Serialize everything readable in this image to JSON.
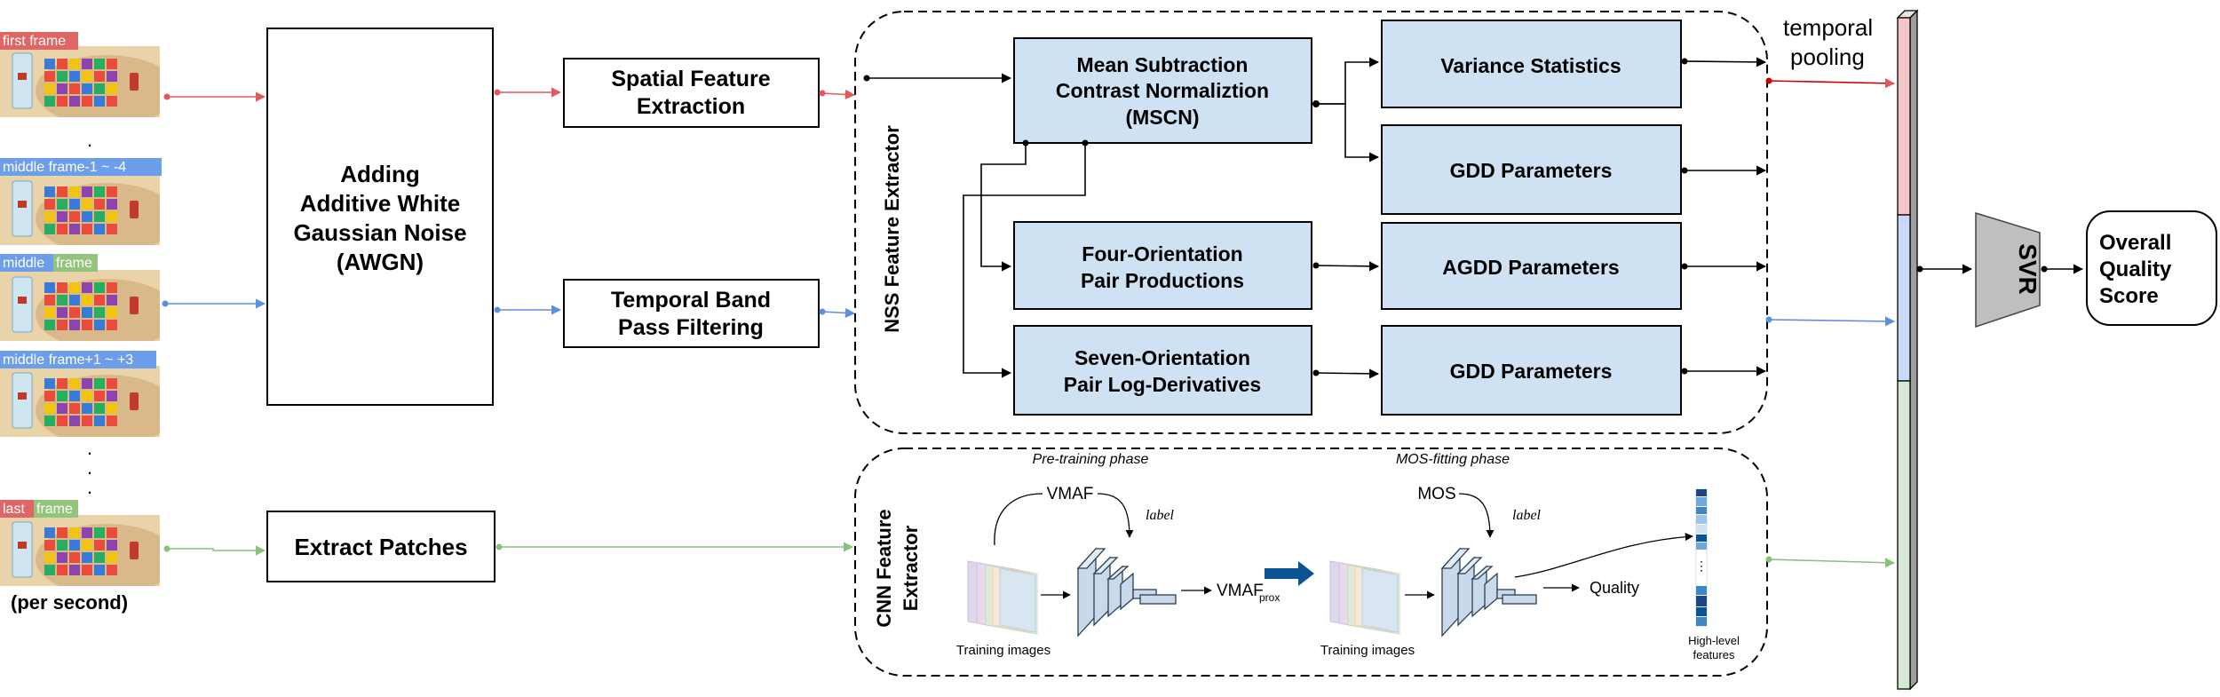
{
  "frames": {
    "first": "first frame",
    "mid_minus_a": "middle frame-1 ~ -4",
    "middle_a": "middle ",
    "middle_b": "frame",
    "mid_plus_a": "middle frame+1 ~ +3",
    "last_a": "last ",
    "last_b": "frame",
    "per_second": "(per second)"
  },
  "dots": ".",
  "awgn": {
    "line1": "Adding",
    "line2": "Additive White",
    "line3": "Gaussian Noise",
    "line4": "(AWGN)"
  },
  "spatial": {
    "line1": "Spatial Feature",
    "line2": "Extraction"
  },
  "temporal": {
    "line1": "Temporal Band",
    "line2": "Pass Filtering"
  },
  "extract": "Extract Patches",
  "nss": {
    "label": "NSS Feature Extractor",
    "mscn": {
      "line1": "Mean Subtraction",
      "line2": "Contrast Normaliztion",
      "line3": "(MSCN)"
    },
    "four": {
      "line1": "Four-Orientation",
      "line2": "Pair Productions"
    },
    "seven": {
      "line1": "Seven-Orientation",
      "line2": "Pair Log-Derivatives"
    },
    "variance": "Variance Statistics",
    "gdd1": "GDD Parameters",
    "agdd": "AGDD Parameters",
    "gdd2": "GDD Parameters"
  },
  "cnn": {
    "label1": "CNN Feature",
    "label2": "Extractor",
    "pretraining": "Pre-training phase",
    "mosfitting": "MOS-fitting phase",
    "vmaf": "VMAF",
    "label_a": "label",
    "vmaf_prox": "VMAF",
    "vmaf_prox_sub": "prox",
    "training_images_1": "Training images",
    "mos": "MOS",
    "label_b": "label",
    "quality": "Quality",
    "training_images_2": "Training images",
    "highlevel1": "High-level",
    "highlevel2": "features"
  },
  "temporal_pooling": {
    "line1": "temporal",
    "line2": "pooling"
  },
  "svr": "SVR",
  "overall": {
    "line1": "Overall",
    "line2": "Quality",
    "line3": "Score"
  },
  "colors": {
    "red": "#e05a5a",
    "blue": "#5b8fe0",
    "green": "#86c27a",
    "nss_fill": "#cfe2f3",
    "bar_red": "#f4c7c7",
    "bar_blue": "#c9daf8",
    "bar_green": "#d5e8d4",
    "tag_red": "#e06666",
    "tag_blue": "#6d9eeb",
    "tag_green": "#93c47d",
    "svr_fill": "#bfbfbf"
  }
}
